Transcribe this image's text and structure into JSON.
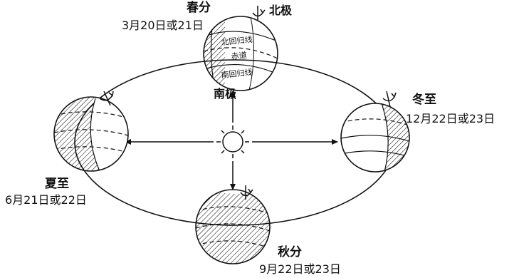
{
  "positions": {
    "spring": {
      "season": "春分",
      "date": "3月20日或21日"
    },
    "summer": {
      "season": "夏至",
      "date": "6月21日或22日"
    },
    "autumn": {
      "season": "秋分",
      "date": "9月22日或23日"
    },
    "winter": {
      "season": "冬至",
      "date": "12月22日或23日"
    }
  },
  "poles": {
    "north": "北极",
    "south": "南极"
  },
  "globe_lines": {
    "tropic_north": "北回归线",
    "equator": "赤道",
    "tropic_south": "南回归线"
  },
  "colors": {
    "ink": "#111111",
    "paper": "#ffffff"
  }
}
